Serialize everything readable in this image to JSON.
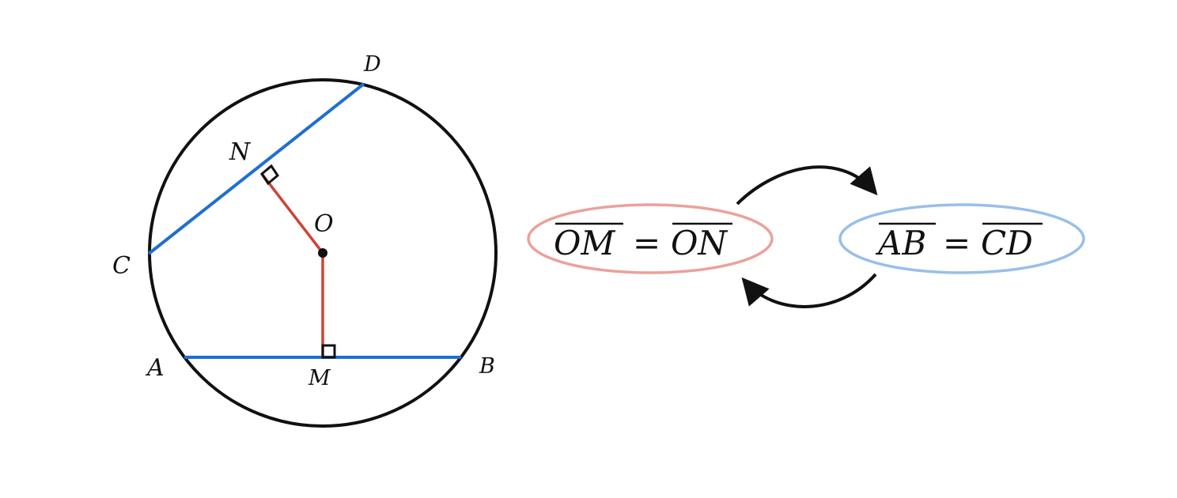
{
  "figure": {
    "points": {
      "A": "A",
      "B": "B",
      "C": "C",
      "D": "D",
      "M": "M",
      "N": "N",
      "O": "O"
    },
    "equations": {
      "left": {
        "lhs": "OM",
        "op": "=",
        "rhs": "ON"
      },
      "right": {
        "lhs": "AB",
        "op": "=",
        "rhs": "CD"
      }
    },
    "colors": {
      "circle": "#111111",
      "chord": "#1f6fd1",
      "perpendicular": "#cc4433",
      "left_ellipse": "#e8908a",
      "right_ellipse": "#8db8e8",
      "arrow": "#111111"
    },
    "icons": {
      "right_angle_marks": "square-marker",
      "center": "dot"
    }
  }
}
